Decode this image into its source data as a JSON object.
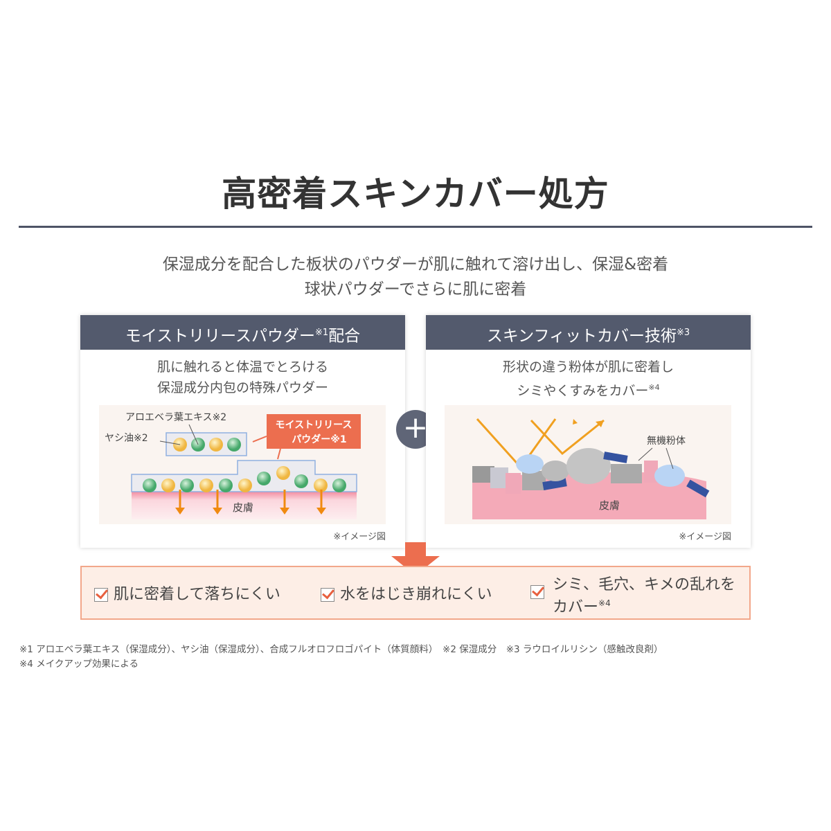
{
  "title": "高密着スキンカバー処方",
  "subtitle": [
    "保湿成分を配合した板状のパウダーが肌に触れて溶け出し、保湿&密着",
    "球状パウダーでさらに肌に密着"
  ],
  "left_card": {
    "header": "モイストリリースパウダー",
    "header_sup": "※1",
    "header_suffix": "配合",
    "desc": [
      "肌に触れると体温でとろける",
      "保湿成分内包の特殊パウダー"
    ],
    "labels": {
      "aloe": "アロエベラ葉エキス※2",
      "palm": "ヤシ油※2",
      "powder": [
        "モイストリリース",
        "パウダー※1"
      ],
      "skin": "皮膚"
    },
    "note": "※イメージ図"
  },
  "right_card": {
    "header": "スキンフィットカバー技術",
    "header_sup": "※3",
    "desc": [
      "形状の違う粉体が肌に密着し",
      "シミやくすみをカバー"
    ],
    "desc_sup": "※4",
    "labels": {
      "inorganic": "無機粉体",
      "skin": "皮膚"
    },
    "note": "※イメージ図"
  },
  "plus": "+",
  "results": [
    {
      "text": "肌に密着して落ちにくい"
    },
    {
      "text": "水をはじき崩れにくい"
    },
    {
      "text": "シミ、毛穴、キメの乱れを",
      "text2": "カバー",
      "sup": "※4"
    }
  ],
  "footnotes": [
    "※1 アロエベラ葉エキス（保湿成分）、ヤシ油（保湿成分）、合成フルオロフロゴパイト（体質顔料）　※2 保湿成分　※3 ラウロイルリシン（感触改良剤）",
    "※4 メイクアップ効果による"
  ],
  "colors": {
    "header": "#535a6d",
    "accent": "#e8603f",
    "result_bg": "#fdeee6"
  }
}
